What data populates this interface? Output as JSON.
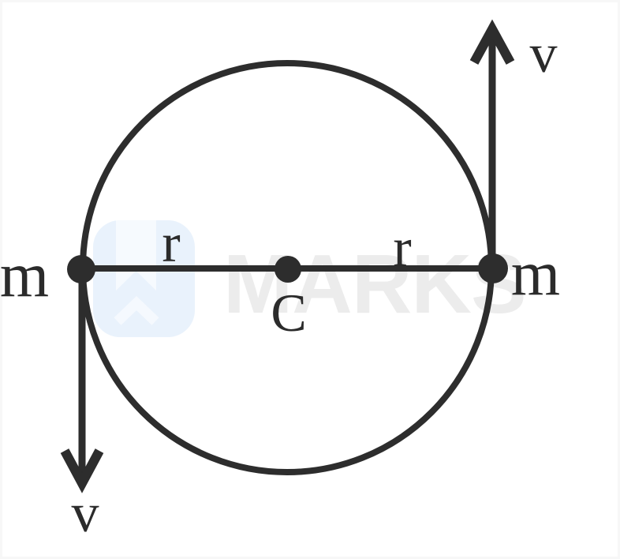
{
  "figure": {
    "labels": {
      "mass_left": "m",
      "mass_right": "m",
      "radius_left": "r",
      "radius_right": "r",
      "center": "C",
      "velocity_top": "v",
      "velocity_bottom": "v"
    },
    "colors": {
      "ink": "#2d2d2d",
      "background": "#ffffff",
      "watermark_text": "#ececec",
      "watermark_logo_bg": "#e9f2fc"
    }
  },
  "watermark": {
    "text": "MARKS"
  }
}
